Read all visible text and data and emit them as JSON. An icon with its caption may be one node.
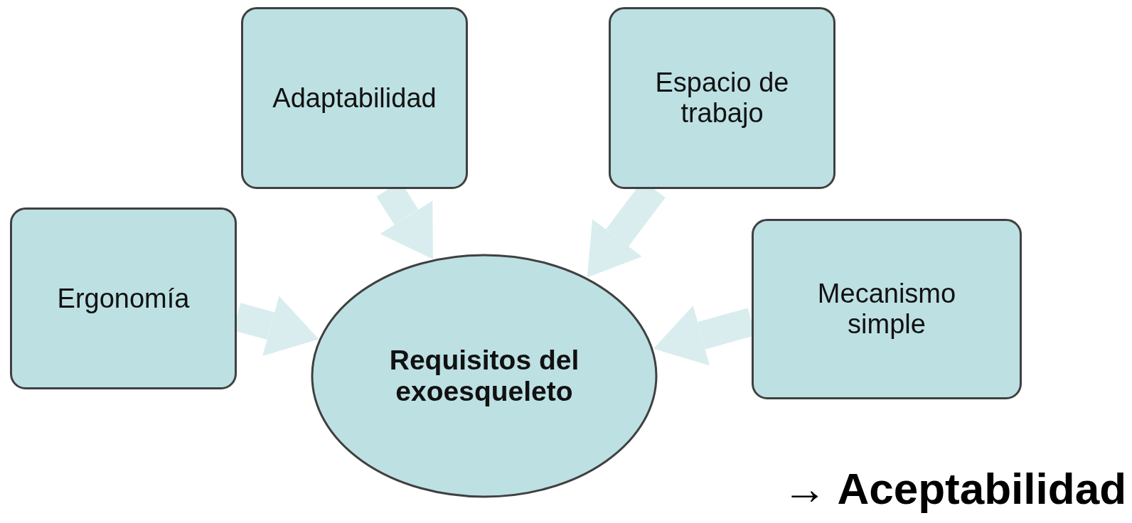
{
  "diagram": {
    "nodes": [
      {
        "text": [
          "Adaptabilidad"
        ]
      },
      {
        "text": [
          "Espacio de trabajo"
        ]
      },
      {
        "text": [
          "Ergonomía"
        ]
      },
      {
        "text": [
          "Mecanismo simple"
        ]
      },
      {
        "text": [
          "Requisitos del exoesqueleto"
        ]
      }
    ],
    "edges": [
      {
        "from": 0,
        "to": 4,
        "arrow": "to"
      },
      {
        "from": 1,
        "to": 4,
        "arrow": "to"
      },
      {
        "from": 2,
        "to": 4,
        "arrow": "to"
      },
      {
        "from": 3,
        "to": 4,
        "arrow": "to"
      }
    ],
    "labels": [
      "→ Aceptabilidad"
    ]
  }
}
